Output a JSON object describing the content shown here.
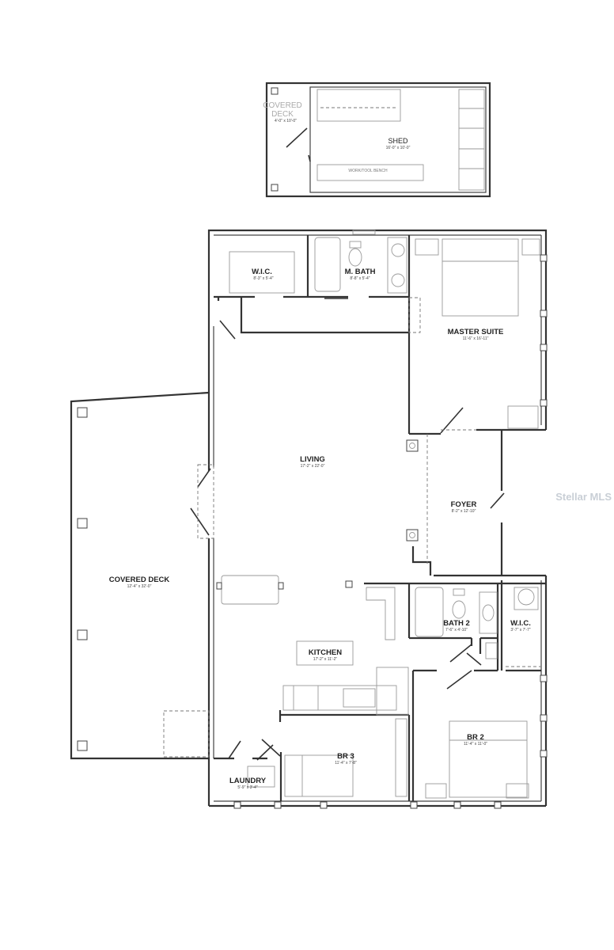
{
  "watermark": "Stellar MLS",
  "shed": {
    "covered_deck_line1": "COVERED",
    "covered_deck_line2": "DECK",
    "covered_deck_dim": "4'-0\" x 10'-0\"",
    "name": "SHED",
    "dim": "16'-0\" x 10'-0\"",
    "bench": "WORK/TOOL BENCH"
  },
  "rooms": {
    "wic1": {
      "name": "W.I.C.",
      "dim": "8'-3\" x 5'-4\""
    },
    "mbath": {
      "name": "M. BATH",
      "dim": "8'-8\" x 5'-4\""
    },
    "master": {
      "name": "MASTER SUITE",
      "dim": "11'-6\" x 16'-11\""
    },
    "living": {
      "name": "LIVING",
      "dim": "17'-2\" x 22'-0\""
    },
    "foyer": {
      "name": "FOYER",
      "dim": "8'-2\" x 12'-10\""
    },
    "deck": {
      "name": "COVERED DECK",
      "dim": "12'-4\" x 32'-0\""
    },
    "bath2": {
      "name": "BATH 2",
      "dim": "7'-6\" x 4'-10\""
    },
    "wic2": {
      "name": "W.I.C.",
      "dim": "3'-7\" x 7'-7\""
    },
    "kitchen": {
      "name": "KITCHEN",
      "dim": "17'-2\" x 11'-2\""
    },
    "br2": {
      "name": "BR 2",
      "dim": "11'-4\" x 11'-0\""
    },
    "br3": {
      "name": "BR 3",
      "dim": "11'-4\" x 7'-8\""
    },
    "laundry": {
      "name": "LAUNDRY",
      "dim": "5'-9\" x 3'-4\""
    }
  }
}
